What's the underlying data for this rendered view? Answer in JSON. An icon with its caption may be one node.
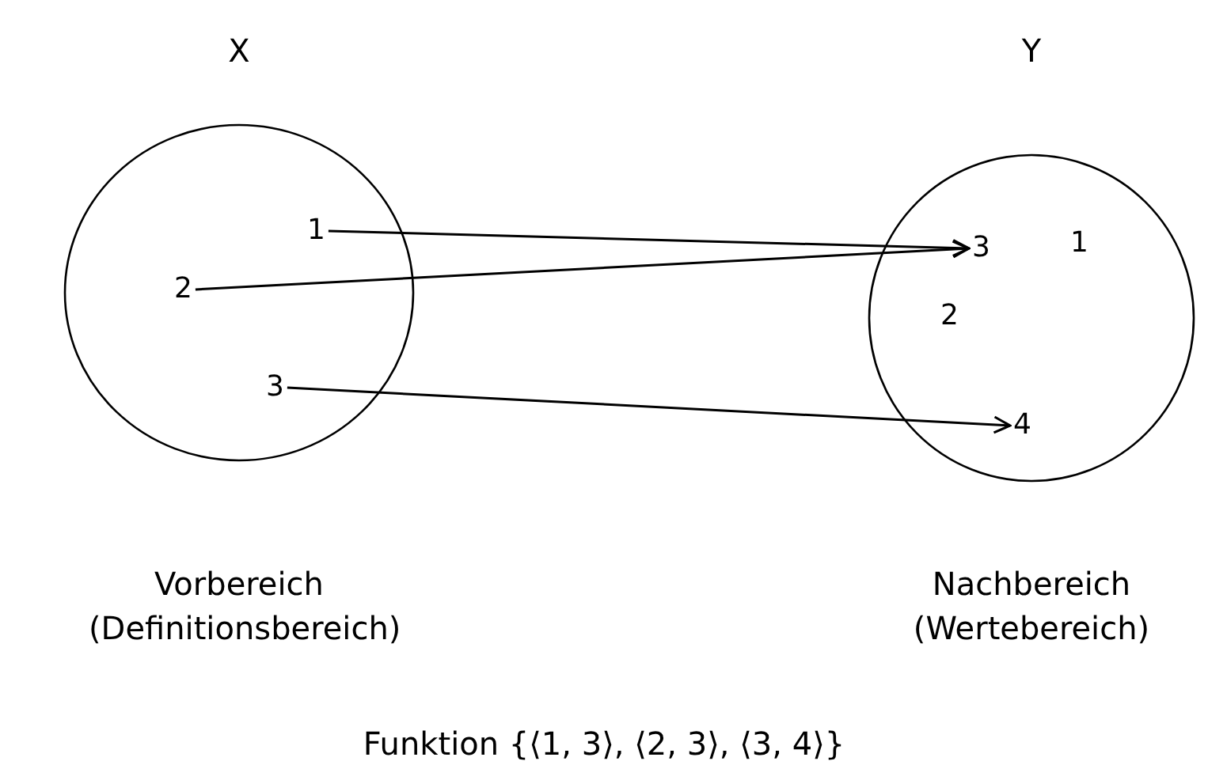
{
  "diagram": {
    "caption": "Funktion {⟨1, 3⟩, ⟨2, 3⟩, ⟨3, 4⟩}",
    "nodes": [
      {
        "text": [
          "X"
        ],
        "beside": [
          "Vorbereich (Definitionsbereich)"
        ]
      },
      {
        "text": [
          "1"
        ],
        "in": 0
      },
      {
        "text": [
          "2"
        ],
        "in": 0
      },
      {
        "text": [
          "3"
        ],
        "in": 0
      },
      {
        "text": [
          "Y"
        ],
        "beside": [
          "Nachbereich (Wertebereich)"
        ]
      },
      {
        "text": [
          "3"
        ],
        "in": 4
      },
      {
        "text": [
          "1"
        ],
        "in": 4
      },
      {
        "text": [
          "2"
        ],
        "in": 4
      },
      {
        "text": [
          "4"
        ],
        "in": 4
      }
    ],
    "edges": [
      {
        "from": 1,
        "to": 5,
        "arrow": "to"
      },
      {
        "from": 2,
        "to": 5,
        "arrow": "to"
      },
      {
        "from": 3,
        "to": 8,
        "arrow": "to"
      }
    ]
  }
}
